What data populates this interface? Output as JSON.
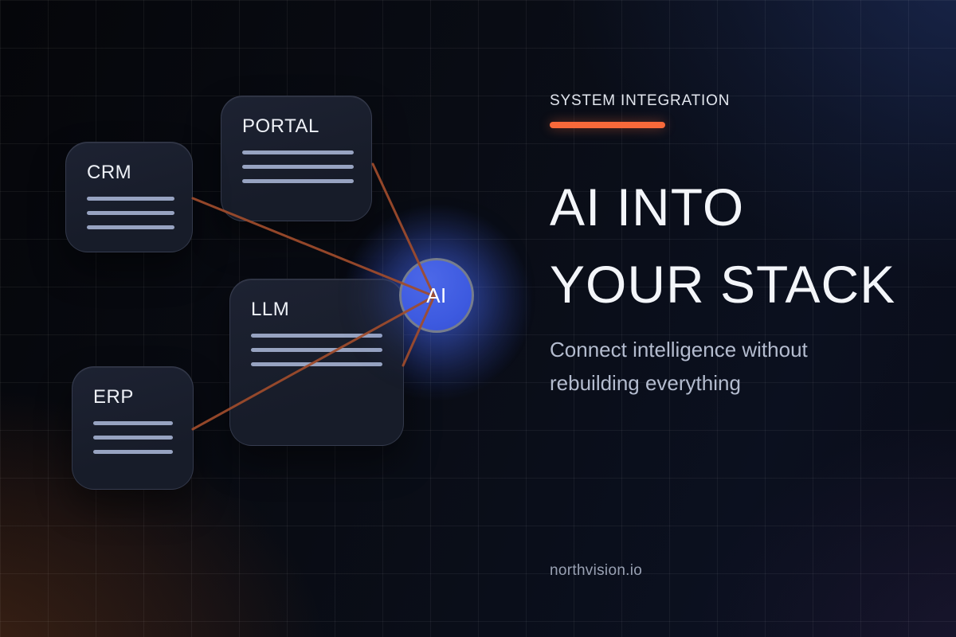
{
  "eyebrow": {
    "label": "SYSTEM INTEGRATION"
  },
  "headline": {
    "text": "AI INTO\nYOUR STACK"
  },
  "subtitle": {
    "text": "Connect intelligence without\nrebuilding everything"
  },
  "footer": {
    "brand": "northvision.io"
  },
  "diagram": {
    "nodes": [
      {
        "id": "portal",
        "label": "PORTAL"
      },
      {
        "id": "crm",
        "label": "CRM"
      },
      {
        "id": "llm",
        "label": "LLM"
      },
      {
        "id": "erp",
        "label": "ERP"
      }
    ],
    "hub": {
      "label": "AI"
    },
    "connections": [
      {
        "from": "CRM",
        "to": "AI"
      },
      {
        "from": "PORTAL",
        "to": "AI"
      },
      {
        "from": "LLM",
        "to": "AI"
      },
      {
        "from": "ERP",
        "to": "AI"
      }
    ]
  },
  "colors": {
    "accent": "#f8693a",
    "hub": "#3d5ae0",
    "line": "#a04c2c",
    "skeleton": "#97a3c1",
    "subtitle": "#b4bccf",
    "footer": "#99a1b3"
  }
}
